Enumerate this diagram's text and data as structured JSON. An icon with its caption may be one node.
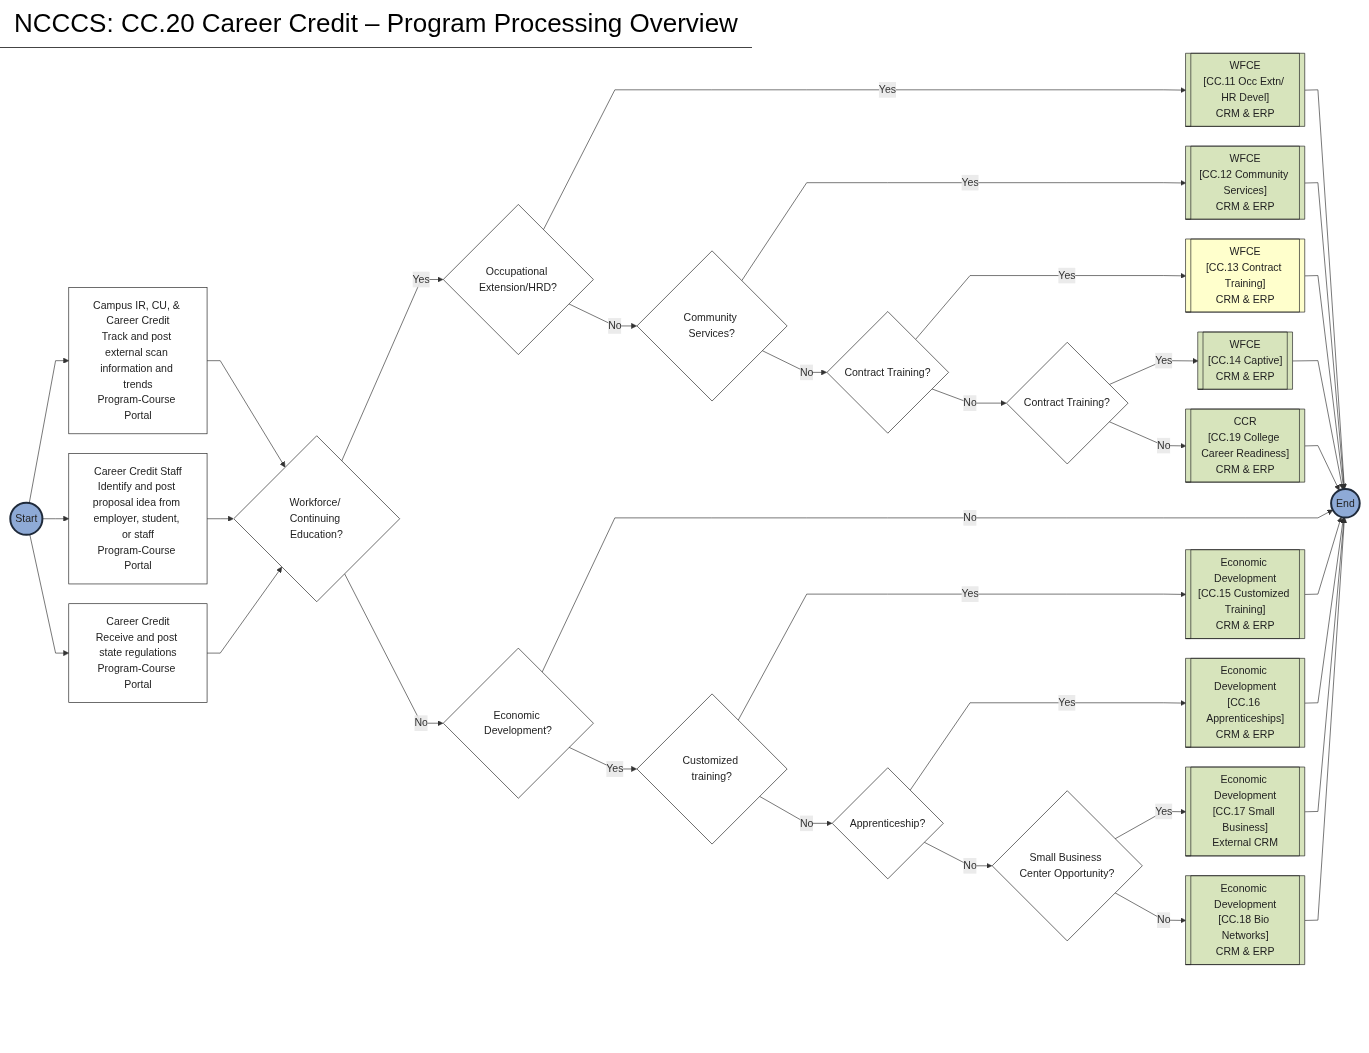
{
  "diagram": {
    "title": "NCCCS: CC.20 Career Credit – Program Processing Overview",
    "nodes": [
      {
        "text": [
          "Start"
        ]
      },
      {
        "text": [
          "Campus IR, CU, & Career Credit",
          "Track and post external scan information and trends",
          "Program-Course Portal"
        ]
      },
      {
        "text": [
          "Career Credit Staff",
          "Identify and post proposal idea from employer, student, or staff",
          "Program-Course Portal"
        ]
      },
      {
        "text": [
          "Career Credit",
          "Receive and post state regulations",
          "Program-Course Portal"
        ]
      },
      {
        "text": [
          "Workforce/ Continuing Education?"
        ]
      },
      {
        "text": [
          "Occupational Extension/HRD?"
        ]
      },
      {
        "text": [
          "Community Services?"
        ]
      },
      {
        "text": [
          "Contract Training?"
        ]
      },
      {
        "text": [
          "Contract Training?"
        ]
      },
      {
        "text": [
          "WFCE",
          "[CC.11 Occ Extn/ HR Devel]",
          "CRM & ERP"
        ]
      },
      {
        "text": [
          "WFCE",
          "[CC.12 Community Services]",
          "CRM & ERP"
        ]
      },
      {
        "text": [
          "WFCE",
          "[CC.13 Contract Training]",
          "CRM & ERP"
        ]
      },
      {
        "text": [
          "WFCE",
          "[CC.14 Captive]",
          "CRM & ERP"
        ]
      },
      {
        "text": [
          "CCR",
          "[CC.19 College Career Readiness]",
          "CRM & ERP"
        ]
      },
      {
        "text": [
          "Economic Development?"
        ]
      },
      {
        "text": [
          "Customized training?"
        ]
      },
      {
        "text": [
          "Apprenticeship?"
        ]
      },
      {
        "text": [
          "Small Business Center Opportunity?"
        ]
      },
      {
        "text": [
          "Economic Development",
          "[CC.15 Customized Training]",
          "CRM & ERP"
        ]
      },
      {
        "text": [
          "Economic Development",
          "[CC.16 Apprenticeships]",
          "CRM & ERP"
        ]
      },
      {
        "text": [
          "Economic Development",
          "[CC.17 Small Business]",
          "External CRM"
        ]
      },
      {
        "text": [
          "Economic Development",
          "[CC.18 Bio Networks]",
          "CRM & ERP"
        ]
      },
      {
        "text": [
          "End"
        ]
      }
    ],
    "edges": [
      {
        "from": 0,
        "to": 1,
        "arrow": "to"
      },
      {
        "from": 0,
        "to": 2,
        "arrow": "to"
      },
      {
        "from": 0,
        "to": 3,
        "arrow": "to"
      },
      {
        "from": 1,
        "to": 4,
        "arrow": "to"
      },
      {
        "from": 2,
        "to": 4,
        "arrow": "to"
      },
      {
        "from": 3,
        "to": 4,
        "arrow": "to"
      },
      {
        "from": 4,
        "to": 5,
        "arrow": "to",
        "label": "Yes"
      },
      {
        "from": 4,
        "to": 14,
        "arrow": "to",
        "label": "No"
      },
      {
        "from": 5,
        "to": 9,
        "arrow": "to",
        "label": "Yes"
      },
      {
        "from": 5,
        "to": 6,
        "arrow": "to",
        "label": "No"
      },
      {
        "from": 6,
        "to": 10,
        "arrow": "to",
        "label": "Yes"
      },
      {
        "from": 6,
        "to": 7,
        "arrow": "to",
        "label": "No"
      },
      {
        "from": 7,
        "to": 11,
        "arrow": "to",
        "label": "Yes"
      },
      {
        "from": 7,
        "to": 8,
        "arrow": "to",
        "label": "No"
      },
      {
        "from": 8,
        "to": 12,
        "arrow": "to",
        "label": "Yes"
      },
      {
        "from": 8,
        "to": 13,
        "arrow": "to",
        "label": "No"
      },
      {
        "from": 9,
        "to": 22,
        "arrow": "to"
      },
      {
        "from": 10,
        "to": 22,
        "arrow": "to"
      },
      {
        "from": 11,
        "to": 22,
        "arrow": "to"
      },
      {
        "from": 12,
        "to": 22,
        "arrow": "to"
      },
      {
        "from": 13,
        "to": 22,
        "arrow": "to"
      },
      {
        "from": 14,
        "to": 15,
        "arrow": "to",
        "label": "Yes"
      },
      {
        "from": 14,
        "to": 22,
        "arrow": "to",
        "label": "No"
      },
      {
        "from": 15,
        "to": 18,
        "arrow": "to",
        "label": "Yes"
      },
      {
        "from": 15,
        "to": 16,
        "arrow": "to",
        "label": "No"
      },
      {
        "from": 16,
        "to": 19,
        "arrow": "to",
        "label": "Yes"
      },
      {
        "from": 16,
        "to": 17,
        "arrow": "to",
        "label": "No"
      },
      {
        "from": 17,
        "to": 20,
        "arrow": "to",
        "label": "Yes"
      },
      {
        "from": 17,
        "to": 21,
        "arrow": "to",
        "label": "No"
      },
      {
        "from": 18,
        "to": 22,
        "arrow": "to"
      },
      {
        "from": 19,
        "to": 22,
        "arrow": "to"
      },
      {
        "from": 20,
        "to": 22,
        "arrow": "to"
      },
      {
        "from": 21,
        "to": 22,
        "arrow": "to"
      }
    ]
  }
}
